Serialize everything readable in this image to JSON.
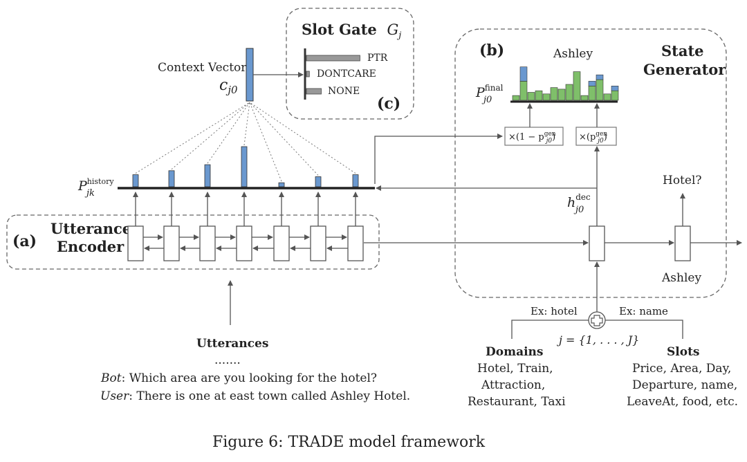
{
  "caption": "Figure 6: TRADE model framework",
  "labels": {
    "a": "(a)",
    "b": "(b)",
    "c": "(c)",
    "utterance_encoder_1": "Utterance",
    "utterance_encoder_2": "Encoder",
    "state_generator_1": "State",
    "state_generator_2": "Generator",
    "slot_gate": "Slot Gate",
    "slot_gate_symbol": "G",
    "slot_gate_sub": "j",
    "context_vector": "Context Vector",
    "context_symbol": "c",
    "context_sub": "j0",
    "p_history": "P",
    "p_history_sup": "history",
    "p_history_sub": "jk",
    "p_final": "P",
    "p_final_sup": "final",
    "p_final_sub": "j0",
    "h_dec": "h",
    "h_dec_sup": "dec",
    "h_dec_sub": "j0",
    "gate_left": "×(1 − p",
    "gate_left_sup": "gen",
    "gate_left_sub": "j0",
    "gate_left_end": ")",
    "gate_right": "×(p",
    "gate_right_sup": "gen",
    "gate_right_sub": "j0",
    "gate_right_end": ")",
    "ashley_top": "Ashley",
    "ashley_bottom": "Ashley",
    "hotel_q": "Hotel?",
    "ex_hotel": "Ex: hotel",
    "ex_name": "Ex: name",
    "j_range": "j = {1, . . . , J}"
  },
  "slot_gate_options": [
    {
      "label": "PTR",
      "value": 0.9
    },
    {
      "label": "DONTCARE",
      "value": 0.05
    },
    {
      "label": "NONE",
      "value": 0.25
    }
  ],
  "utterances": {
    "title": "Utterances",
    "ellipsis": ".......",
    "bot_speaker": "Bot",
    "bot_text": ": Which area are you looking for the hotel?",
    "user_speaker": "User",
    "user_text": ": There is one at east town called Ashley Hotel."
  },
  "domains": {
    "title": "Domains",
    "lines": [
      "Hotel, Train,",
      "Attraction,",
      "Restaurant, Taxi"
    ]
  },
  "slots": {
    "title": "Slots",
    "lines": [
      "Price, Area, Day,",
      "Departure, name,",
      "LeaveAt, food, etc."
    ]
  },
  "history_attention": [
    0.3,
    0.4,
    0.55,
    1.0,
    0.1,
    0.25,
    0.3
  ],
  "vocab_distribution": [
    {
      "green": 0.15,
      "blue": 0.0
    },
    {
      "green": 0.6,
      "blue": 0.45
    },
    {
      "green": 0.25,
      "blue": 0.0
    },
    {
      "green": 0.3,
      "blue": 0.0
    },
    {
      "green": 0.2,
      "blue": 0.0
    },
    {
      "green": 0.4,
      "blue": 0.0
    },
    {
      "green": 0.35,
      "blue": 0.0
    },
    {
      "green": 0.5,
      "blue": 0.0
    },
    {
      "green": 0.9,
      "blue": 0.0
    },
    {
      "green": 0.15,
      "blue": 0.0
    },
    {
      "green": 0.45,
      "blue": 0.15
    },
    {
      "green": 0.65,
      "blue": 0.15
    },
    {
      "green": 0.2,
      "blue": 0.0
    },
    {
      "green": 0.3,
      "blue": 0.15
    }
  ],
  "colors": {
    "attention_bar": "#6a98cf",
    "vocab_green": "#7fbf6a",
    "gate_bar": "#999999",
    "box_stroke": "#555555"
  }
}
